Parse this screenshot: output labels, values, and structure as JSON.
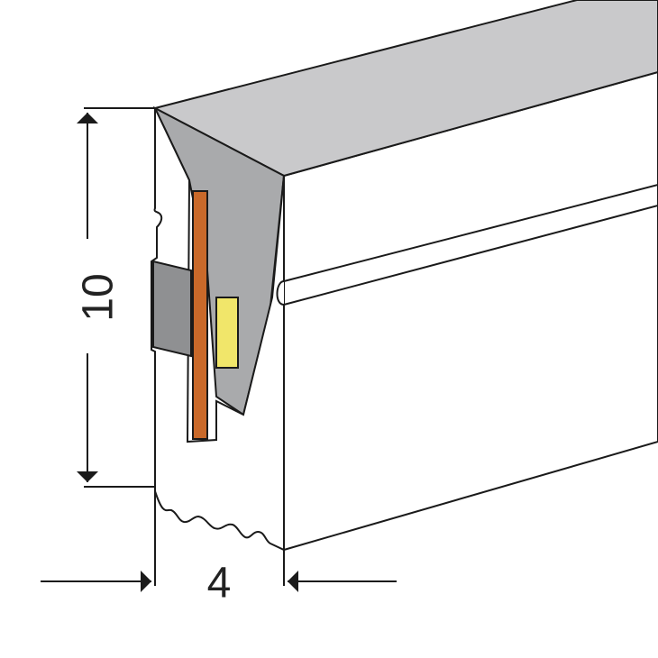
{
  "dimensions": {
    "height_label": "10",
    "width_label": "4"
  },
  "colors": {
    "background": "#ffffff",
    "outline": "#1a1a1a",
    "top_face": "#c9c9cb",
    "interior_shadow": "#a9aaac",
    "clip_band": "#8f9092",
    "pcb_strip": "#c9692a",
    "led_chip": "#f1e66a",
    "dimension_text": "#222222"
  },
  "icons": {
    "arrowhead": "filled-triangle"
  }
}
